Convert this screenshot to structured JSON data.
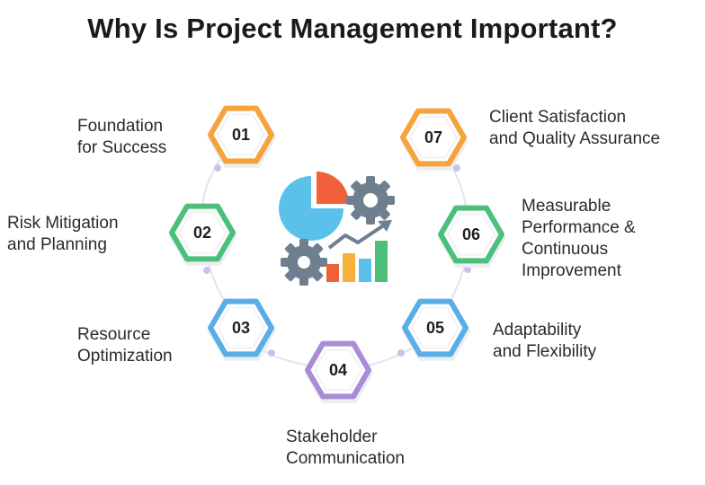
{
  "title": "Why Is Project Management Important?",
  "colors": {
    "orange": "#f5a33a",
    "green": "#4cc07a",
    "blue": "#5aaee8",
    "purple": "#a98bd6",
    "connector": "#d9dbe4",
    "dot": "#c7c2e8"
  },
  "center_icon": "analytics-gears-chart-icon",
  "items": [
    {
      "number": "01",
      "label": "Foundation\nfor Success",
      "color": "orange"
    },
    {
      "number": "02",
      "label": "Risk Mitigation\nand Planning",
      "color": "green"
    },
    {
      "number": "03",
      "label": "Resource\nOptimization",
      "color": "blue"
    },
    {
      "number": "04",
      "label": "Stakeholder\nCommunication",
      "color": "purple"
    },
    {
      "number": "05",
      "label": "Adaptability\nand Flexibility",
      "color": "blue"
    },
    {
      "number": "06",
      "label": "Measurable\nPerformance &\nContinuous\nImprovement",
      "color": "green"
    },
    {
      "number": "07",
      "label": "Client Satisfaction\nand Quality Assurance",
      "color": "orange"
    }
  ]
}
